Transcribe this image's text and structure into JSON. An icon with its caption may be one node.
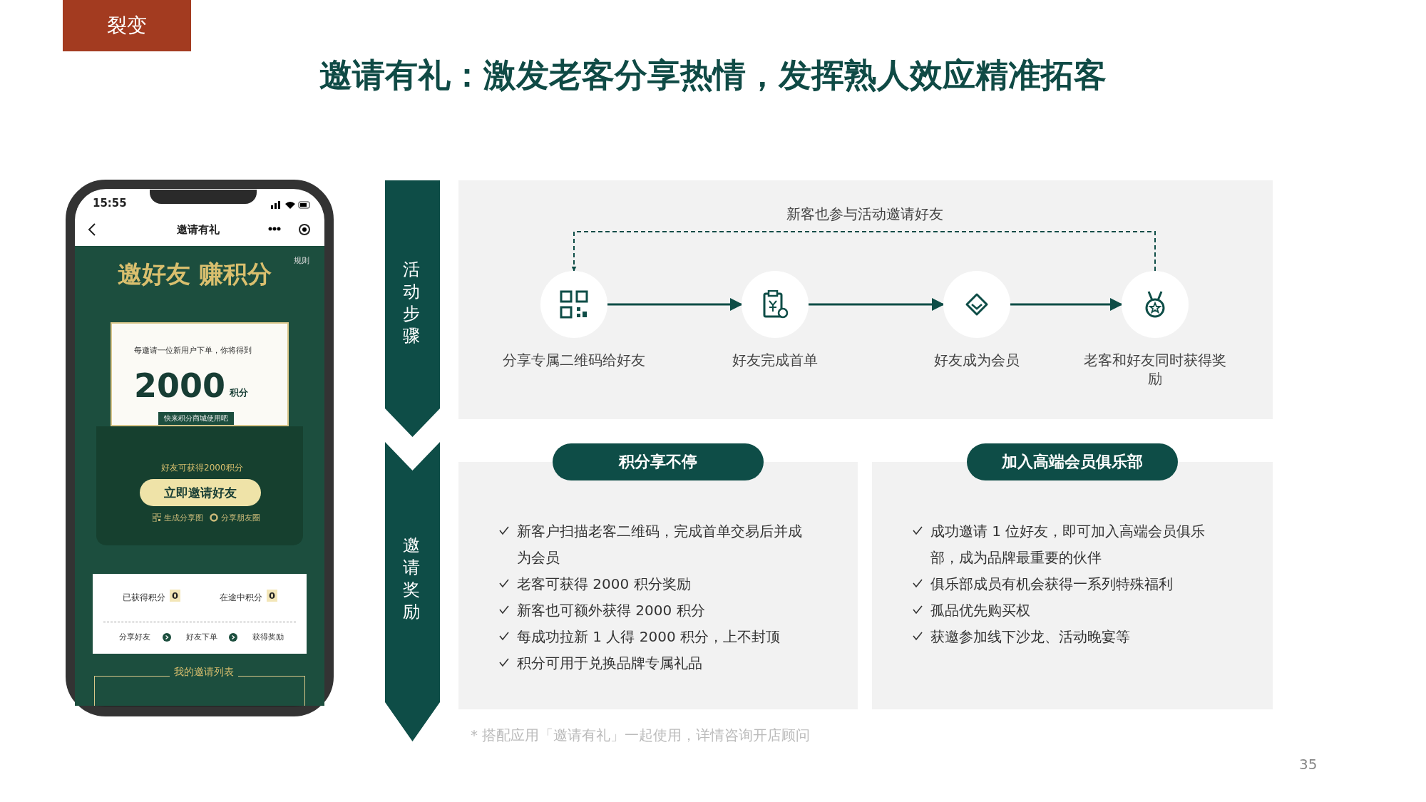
{
  "diagram": {
    "title": "邀请有礼：激发老客分享热情，发挥熟人效应精准拓客",
    "caption": "* 搭配应用「邀请有礼」一起使用，详情咨询开店顾问",
    "nodes": [
      {
        "text": [
          "活动步骤"
        ]
      },
      {
        "text": [
          "邀请奖励"
        ]
      },
      {
        "text": [
          "分享专属二维码给好友"
        ]
      },
      {
        "text": [
          "好友完成首单"
        ]
      },
      {
        "text": [
          "好友成为会员"
        ]
      },
      {
        "text": [
          "老客和好友同时获得奖励"
        ]
      },
      {
        "text": [
          "积分享不停",
          "新客户扫描老客二维码，完成首单交易后并成为会员",
          "老客可获得 2000 积分奖励",
          "新客也可额外获得 2000 积分",
          "每成功拉新 1 人得 2000 积分，上不封顶",
          "积分可用于兑换品牌专属礼品"
        ]
      },
      {
        "text": [
          "加入高端会员俱乐部",
          "成功邀请 1 位好友，即可加入高端会员俱乐部，成为品牌最重要的伙伴",
          "俱乐部成员有机会获得一系列特殊福利",
          "孤品优先购买权",
          "获邀参加线下沙龙、活动晚宴等"
        ]
      }
    ],
    "edges": [
      {
        "from": 2,
        "to": 3,
        "arrow": "to"
      },
      {
        "from": 3,
        "to": 4,
        "arrow": "to"
      },
      {
        "from": 4,
        "to": 5,
        "arrow": "to"
      },
      {
        "from": 5,
        "to": 2,
        "arrow": "to",
        "label": "新客也参与活动邀请好友",
        "style": "dashed"
      }
    ],
    "labels": [
      "裂变",
      "15:55",
      "邀请有礼",
      "规则",
      "邀好友 赚积分",
      "每邀请一位新用户下单，你将得到",
      "2000",
      "积分",
      "快来积分商城使用吧",
      "好友可获得2000积分",
      "立即邀请好友",
      "生成分享图",
      "分享朋友圈",
      "已获得积分",
      "0",
      "在途中积分",
      "0",
      "分享好友",
      "好友下单",
      "获得奖励",
      "我的邀请列表",
      "35"
    ]
  }
}
